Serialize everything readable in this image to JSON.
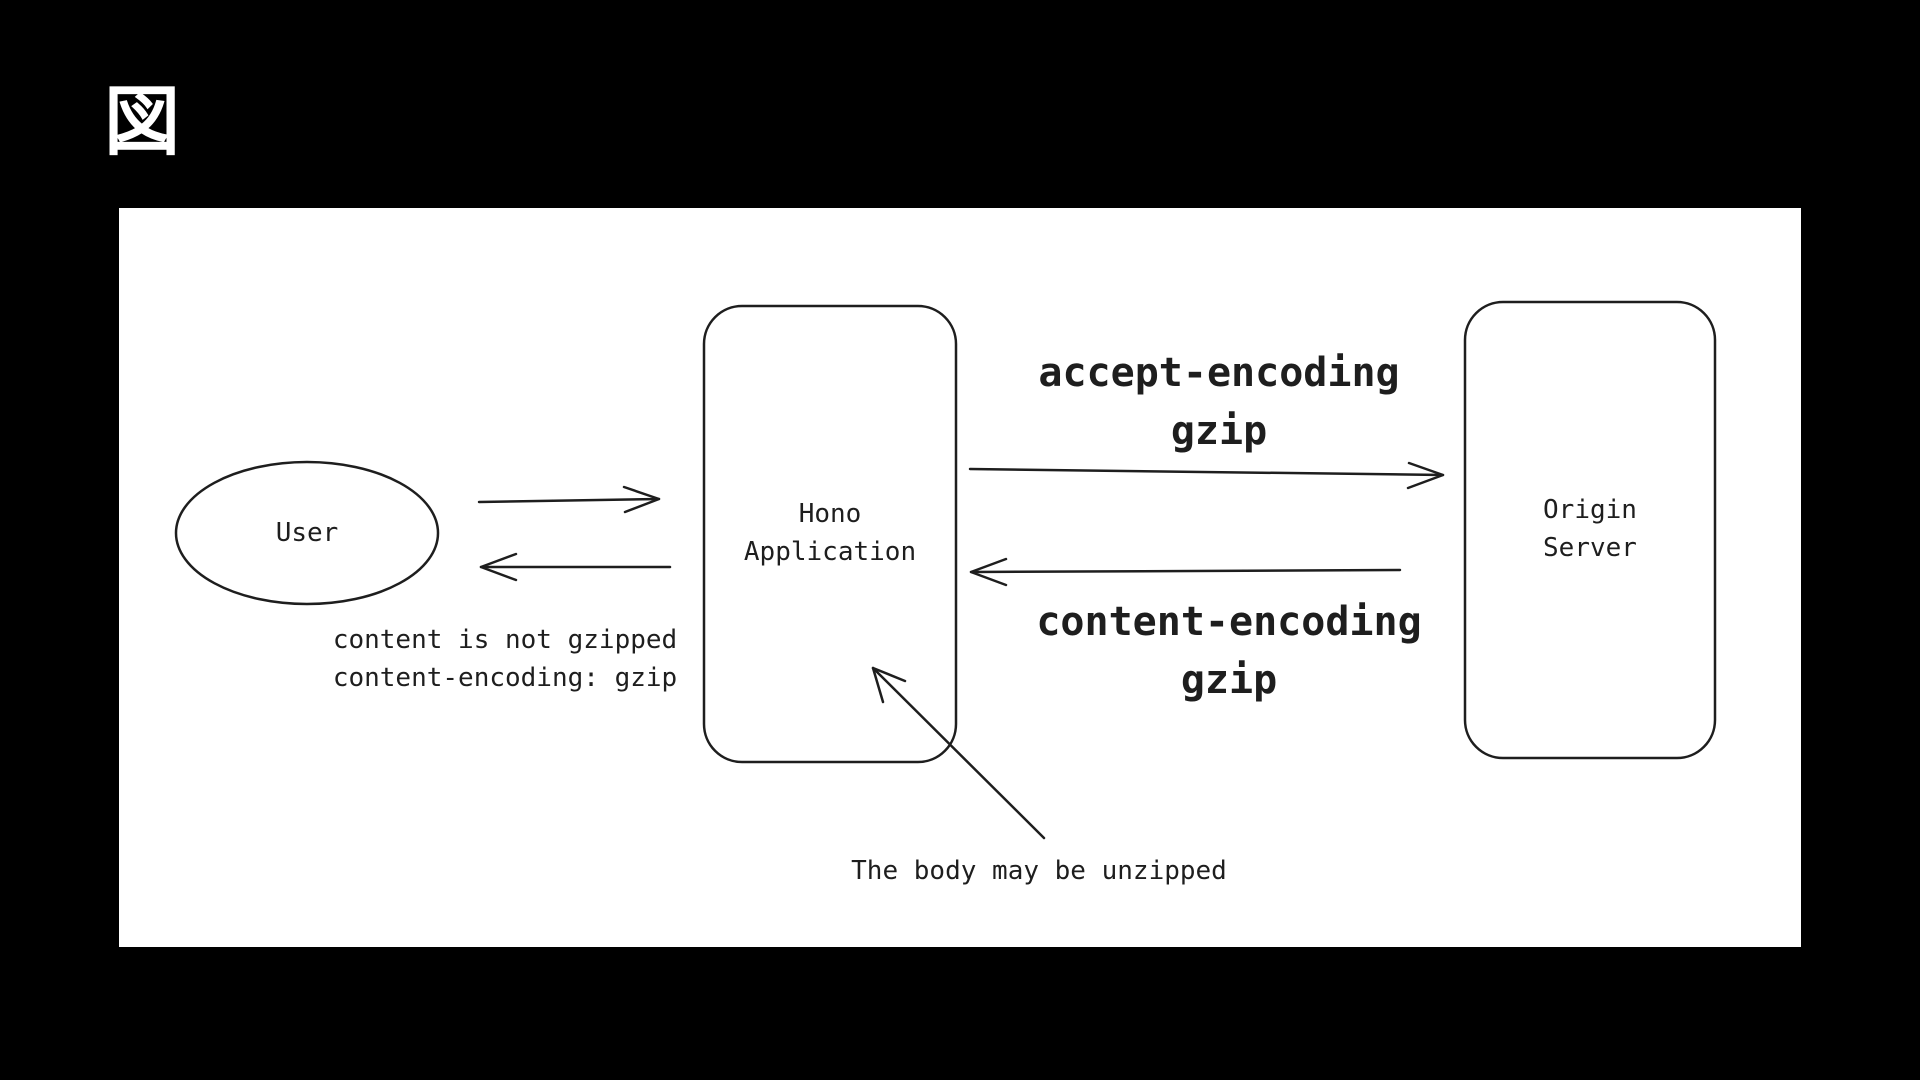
{
  "slide": {
    "title": "図"
  },
  "diagram": {
    "nodes": {
      "user": "User",
      "hono_line1": "Hono",
      "hono_line2": "Application",
      "origin_line1": "Origin",
      "origin_line2": "Server"
    },
    "edges": {
      "request_line1": "accept-encoding",
      "request_line2": "gzip",
      "response_line1": "content-encoding",
      "response_line2": "gzip",
      "to_user_line1": "content is not gzipped",
      "to_user_line2": "content-encoding: gzip"
    },
    "annotation": "The body may be unzipped"
  },
  "colors": {
    "page_background": "#000000",
    "panel_background": "#ffffff",
    "ink": "#1e1e1e"
  }
}
